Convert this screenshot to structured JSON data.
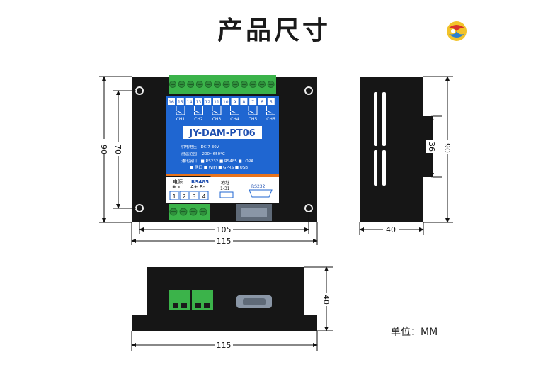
{
  "page": {
    "title": "产品尺寸",
    "unit": "单位：MM"
  },
  "dimensions": {
    "front_height_outer": "90",
    "front_height_inner": "70",
    "front_width_inner": "105",
    "front_width_outer": "115",
    "side_height": "90",
    "side_inner": "36",
    "side_depth": "40",
    "bottom_height": "40",
    "bottom_width": "115"
  },
  "panel": {
    "model": "JY-DAM-PT06",
    "relay_terminals": [
      "16",
      "15",
      "14",
      "13",
      "12",
      "11",
      "10",
      "9",
      "8",
      "7",
      "6",
      "5"
    ],
    "channels": [
      "CH1",
      "CH2",
      "CH3",
      "CH4",
      "CH5",
      "CH6"
    ],
    "spec_voltage": "供电电压：DC 7-30V",
    "spec_temp": "测温范围：-200~650°C",
    "spec_comm": "通讯接口：■ RS232  ■ RS485 ■ LORA",
    "spec_comm2": "■ 网口  ■ WIFI  ■ GPRS  ■ USB",
    "power_label": "电源",
    "power_signs": "+   -",
    "rs485_label": "RS485",
    "rs485_signs": "A+  B-",
    "terminal_numbers": [
      "1",
      "2",
      "3",
      "4"
    ],
    "address_label": "地址",
    "address_range": "1-31",
    "rs232_label": "RS232"
  },
  "colors": {
    "enclosure": "#161616",
    "terminal_green": "#3bb34a",
    "panel_blue": "#1f66d1",
    "orange_strip": "#e8731c"
  }
}
